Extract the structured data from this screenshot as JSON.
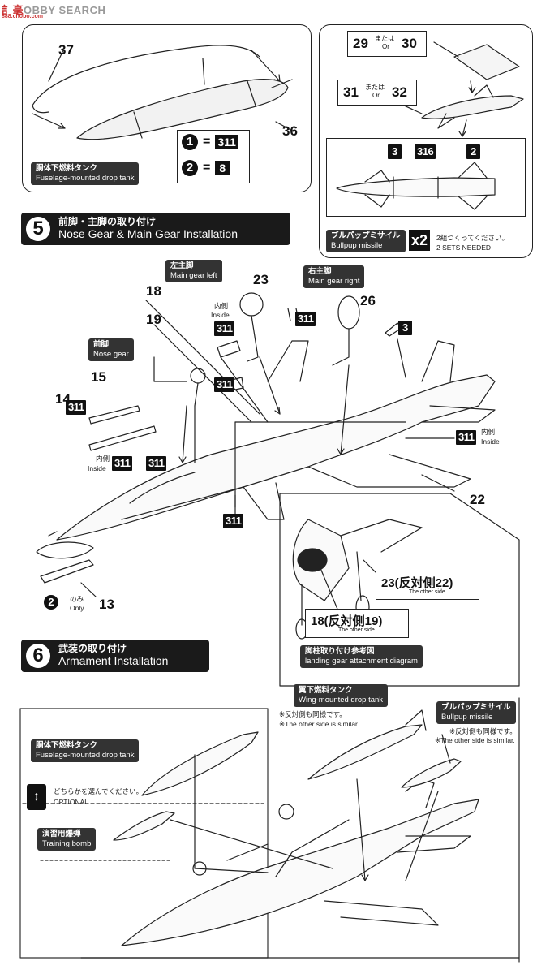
{
  "watermark": {
    "part1": "訁毫",
    "part2": "OBBY SEARCH",
    "url": "888.chobo.com"
  },
  "top_left": {
    "part_37": "37",
    "part_36": "36",
    "legend": [
      {
        "marking": "1",
        "eq": "=",
        "value": "311"
      },
      {
        "marking": "2",
        "eq": "=",
        "value": "8"
      }
    ],
    "label_jp": "胴体下燃料タンク",
    "label_en": "Fuselage-mounted drop tank"
  },
  "top_right": {
    "choice1": {
      "a": "29",
      "mid_jp": "または",
      "mid_en": "Or",
      "b": "30"
    },
    "choice2": {
      "a": "31",
      "mid_jp": "または",
      "mid_en": "Or",
      "b": "32"
    },
    "paint_tags": [
      "3",
      "316",
      "2"
    ],
    "label_jp": "ブルパップミサイル",
    "label_en": "Bullpup missile",
    "qty": "x2",
    "qty_jp": "2組つくってください。",
    "qty_en": "2 SETS NEEDED"
  },
  "step5": {
    "number": "5",
    "title_jp": "前脚・主脚の取り付け",
    "title_en": "Nose Gear & Main Gear Installation",
    "main_left_jp": "左主脚",
    "main_left_en": "Main gear left",
    "main_right_jp": "右主脚",
    "main_right_en": "Main gear right",
    "nose_jp": "前脚",
    "nose_en": "Nose gear",
    "inside_jp": "内側",
    "inside_en": "Inside",
    "parts": {
      "p18": "18",
      "p19": "19",
      "p23": "23",
      "p26": "26",
      "p15": "15",
      "p14": "14",
      "p22": "22",
      "p13": "13"
    },
    "tag311": "311",
    "tag3": "3",
    "only_jp": "のみ",
    "only_en": "Only",
    "only_marking": "2",
    "ref_23": "23(反対側22)",
    "ref_18": "18(反対側19)",
    "other_side": "The other side",
    "ref_label_jp": "脚柱取り付け参考図",
    "ref_label_en": "landing gear attachment diagram"
  },
  "step6": {
    "number": "6",
    "title_jp": "武装の取り付け",
    "title_en": "Armament Installation",
    "wing_tank_jp": "翼下燃料タンク",
    "wing_tank_en": "Wing-mounted drop tank",
    "bullpup_jp": "ブルパップミサイル",
    "bullpup_en": "Bullpup missile",
    "similar_jp": "※反対側も同様です。",
    "similar_en": "※The other side is similar.",
    "fuselage_tank_jp": "胴体下燃料タンク",
    "fuselage_tank_en": "Fuselage-mounted drop tank",
    "choose_jp": "どちらかを選んでください。",
    "optional": "OPTIONAL",
    "bomb_jp": "演習用爆弾",
    "bomb_en": "Training bomb"
  }
}
